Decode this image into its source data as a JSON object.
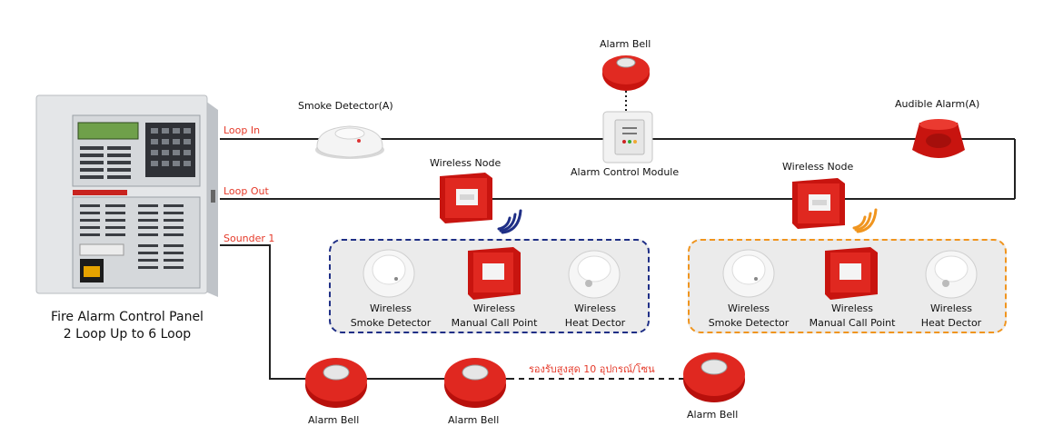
{
  "panel": {
    "title_line1": "Fire Alarm Control Panel",
    "title_line2": "2 Loop Up to 6 Loop"
  },
  "wires": {
    "loop_in": "Loop In",
    "loop_out": "Loop Out",
    "sounder": "Sounder 1"
  },
  "devices": {
    "smoke_detector": "Smoke Detector(A)",
    "alarm_bell_top": "Alarm Bell",
    "alarm_control_module": "Alarm Control Module",
    "audible_alarm": "Audible Alarm(A)",
    "wireless_node_1": "Wireless Node",
    "wireless_node_2": "Wireless Node"
  },
  "zones": [
    {
      "border_color": "#1f2f86",
      "items": [
        {
          "line1": "Wireless",
          "line2": "Smoke Detector"
        },
        {
          "line1": "Wireless",
          "line2": "Manual Call Point"
        },
        {
          "line1": "Wireless",
          "line2": "Heat Dector"
        }
      ]
    },
    {
      "border_color": "#f0951f",
      "items": [
        {
          "line1": "Wireless",
          "line2": "Smoke Detector"
        },
        {
          "line1": "Wireless",
          "line2": "Manual Call Point"
        },
        {
          "line1": "Wireless",
          "line2": "Heat Dector"
        }
      ]
    }
  ],
  "bells": [
    "Alarm Bell",
    "Alarm Bell",
    "Alarm Bell"
  ],
  "bell_note": "รองรับสูงสุด 10 อุปกรณ์/โซน",
  "colors": {
    "wire": "#222222",
    "label_red": "#e53a2a",
    "device_red": "#d91c1c",
    "wifi_blue": "#1f2f86",
    "wifi_orange": "#f0951f"
  }
}
